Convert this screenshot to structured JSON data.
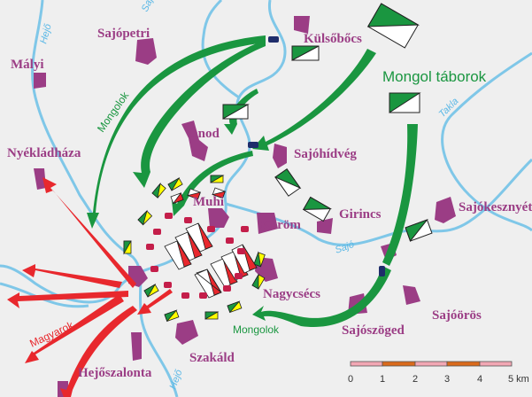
{
  "title": "Muhi csata térkép",
  "legend": {
    "mongol_camps": "Mongol táborok"
  },
  "towns": {
    "sajopetri": "Sajópetri",
    "malyi": "Mályi",
    "nyekladhaza": "Nyékládháza",
    "kulsobocs": "Külsőbőcs",
    "onod": "Ónod",
    "sajohidveg": "Sajóhídvég",
    "sajokesznyet": "Sajókesznyét",
    "girincs": "Girincs",
    "muhi": "Muhi",
    "korom": "Köröm",
    "nagycsecs": "Nagycsécs",
    "sajooros": "Sajóörös",
    "sajoszoged": "Sajószöged",
    "szakald": "Szakáld",
    "hejoszalonta": "Hejőszalonta"
  },
  "rivers": {
    "sajo_top": "Sajó",
    "sajo_mid": "Sajó",
    "hejo_top": "Hejő",
    "hejo_bottom": "Hejő",
    "takla": "Takla"
  },
  "arrow_labels": {
    "mongols_nw": "Mongolok",
    "mongols_s": "Mongolok",
    "hungarians": "Magyarok"
  },
  "scale": {
    "ticks": [
      "0",
      "1",
      "2",
      "3",
      "4",
      "5 km"
    ]
  },
  "colors": {
    "background": "#efefef",
    "river": "#7fc7e8",
    "town": "#9b3d85",
    "mongol": "#1a9640",
    "hungarian": "#e8282d"
  }
}
